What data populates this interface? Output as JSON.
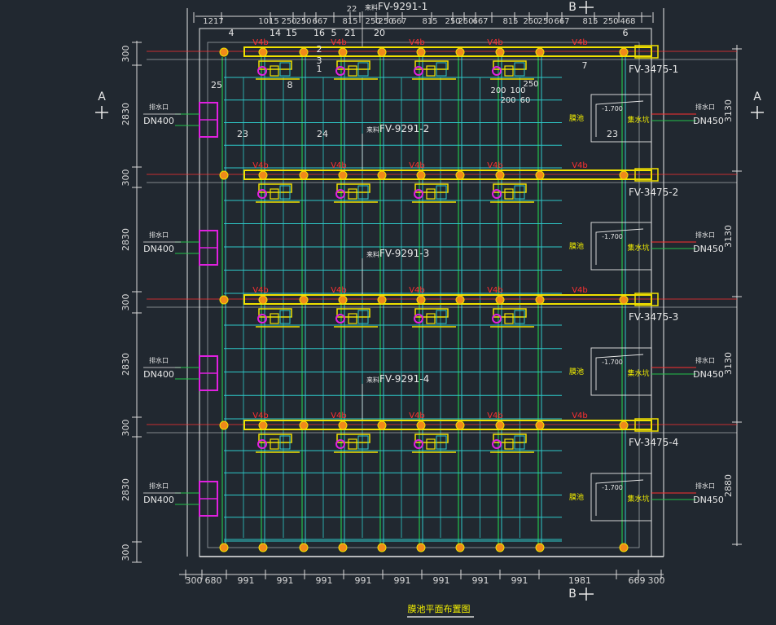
{
  "colors": {
    "background": "#212830",
    "outline": "#e8e8e8",
    "dimension": "#d9d9d9",
    "grid_cyan": "#2ec8c8",
    "grid_green": "#22c24a",
    "pipe_yellow": "#f0e000",
    "valve_red": "#ff3030",
    "accent_magenta": "#e020e0",
    "label_yellow": "#f4f000",
    "support_orange": "#f08a1a"
  },
  "section_marks": {
    "a_left": "A",
    "a_right": "A",
    "b_top": "B",
    "b_bottom": "B"
  },
  "top_dimensions": [
    "1217",
    "1015",
    "250",
    "250",
    "667",
    "815",
    "250",
    "250",
    "667",
    "815",
    "250",
    "250",
    "667",
    "815",
    "250",
    "250",
    "667",
    "815",
    "250",
    "468"
  ],
  "top_extra_dimension": "22",
  "bottom_dimensions": [
    "300",
    "680",
    "991",
    "991",
    "991",
    "991",
    "991",
    "991",
    "991",
    "991",
    "1981",
    "669",
    "300"
  ],
  "left_dimensions": [
    "300",
    "2830",
    "300",
    "2830",
    "300",
    "2830",
    "300",
    "2830",
    "300"
  ],
  "right_dimensions": [
    "3130",
    "3130",
    "3130",
    "2880"
  ],
  "part_numbers": [
    "4",
    "14",
    "15",
    "16",
    "5",
    "21",
    "20",
    "6",
    "1",
    "2",
    "3",
    "8",
    "7",
    "25",
    "23",
    "24",
    "23"
  ],
  "small_dims": [
    "200",
    "100",
    "250",
    "200",
    "60"
  ],
  "valve_tag": "V4b",
  "inlet_tags": [
    "FV-9291-1",
    "FV-9291-2",
    "FV-9291-3",
    "FV-9291-4"
  ],
  "inlet_prefix": "来料",
  "outlet_tags": [
    "FV-3475-1",
    "FV-3475-2",
    "FV-3475-3",
    "FV-3475-4"
  ],
  "drain_label": "排水口",
  "drain_size": "DN400",
  "collect_label": "排水口",
  "collect_size": "DN450",
  "tank_label": "膜池",
  "sump_label": "集水坑",
  "level_value": "-1.700",
  "drawing_title": "膜池平面布置图"
}
